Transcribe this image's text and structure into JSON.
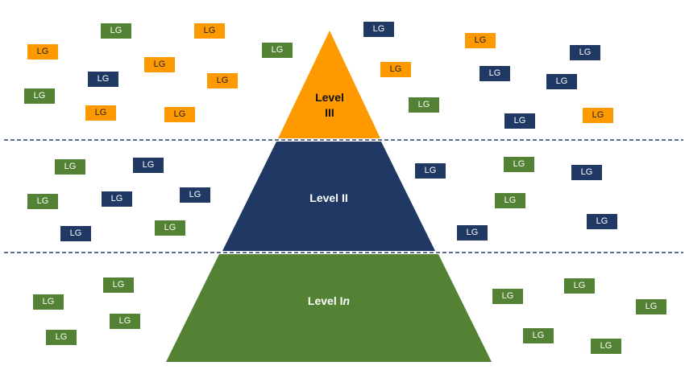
{
  "colors": {
    "orange": "#FF9900",
    "navy": "#1F3864",
    "green": "#548235",
    "divider": "#2F3E7A"
  },
  "levels": {
    "top": {
      "line1": "Level",
      "line2": "III"
    },
    "middle": {
      "text": "Level II"
    },
    "bottom": {
      "prefix": "Level I",
      "suffix": "n"
    }
  },
  "lg_boxes": [
    {
      "label": "LG",
      "color": "green"
    },
    {
      "label": "LG",
      "color": "orange"
    },
    {
      "label": "LG",
      "color": "navy"
    },
    {
      "label": "LG",
      "color": "orange"
    },
    {
      "label": "LG",
      "color": "green"
    },
    {
      "label": "LG",
      "color": "orange"
    },
    {
      "label": "LG",
      "color": "navy"
    },
    {
      "label": "LG",
      "color": "navy"
    },
    {
      "label": "LG",
      "color": "orange"
    },
    {
      "label": "LG",
      "color": "orange"
    },
    {
      "label": "LG",
      "color": "navy"
    },
    {
      "label": "LG",
      "color": "navy"
    },
    {
      "label": "LG",
      "color": "green"
    },
    {
      "label": "LG",
      "color": "orange"
    },
    {
      "label": "LG",
      "color": "orange"
    },
    {
      "label": "LG",
      "color": "orange"
    },
    {
      "label": "LG",
      "color": "green"
    },
    {
      "label": "LG",
      "color": "navy"
    },
    {
      "label": "LG",
      "color": "orange"
    },
    {
      "label": "LG",
      "color": "green"
    },
    {
      "label": "LG",
      "color": "navy"
    },
    {
      "label": "LG",
      "color": "navy"
    },
    {
      "label": "LG",
      "color": "green"
    },
    {
      "label": "LG",
      "color": "navy"
    },
    {
      "label": "LG",
      "color": "green"
    },
    {
      "label": "LG",
      "color": "navy"
    },
    {
      "label": "LG",
      "color": "navy"
    },
    {
      "label": "LG",
      "color": "green"
    },
    {
      "label": "LG",
      "color": "navy"
    },
    {
      "label": "LG",
      "color": "navy"
    },
    {
      "label": "LG",
      "color": "green"
    },
    {
      "label": "LG",
      "color": "navy"
    },
    {
      "label": "LG",
      "color": "green"
    },
    {
      "label": "LG",
      "color": "green"
    },
    {
      "label": "LG",
      "color": "green"
    },
    {
      "label": "LG",
      "color": "green"
    },
    {
      "label": "LG",
      "color": "green"
    },
    {
      "label": "LG",
      "color": "green"
    },
    {
      "label": "LG",
      "color": "green"
    },
    {
      "label": "LG",
      "color": "green"
    },
    {
      "label": "LG",
      "color": "green"
    }
  ]
}
